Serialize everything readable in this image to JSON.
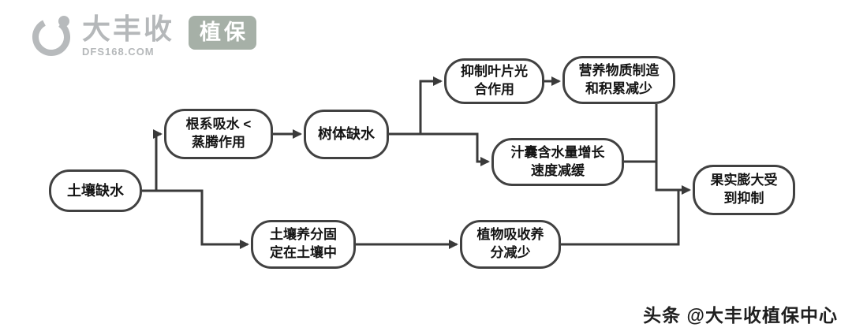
{
  "logo": {
    "brand": "大丰收",
    "domain": "DFS168.COM",
    "badge": "植保"
  },
  "watermark": "头条 @大丰收植保中心",
  "colors": {
    "node_border": "#414141",
    "wire": "#3a3a3a",
    "logo_gray": "#b5b8ba",
    "badge_bg": "#a6b0a7",
    "background": "#ffffff"
  },
  "diagram": {
    "type": "flowchart",
    "nodes": [
      {
        "id": "soil-water",
        "label": "土壤缺水"
      },
      {
        "id": "root-absorption",
        "label": "根系吸水 <\n蒸腾作用"
      },
      {
        "id": "tree-water-deficit",
        "label": "树体缺水"
      },
      {
        "id": "photosynthesis",
        "label": "抑制叶片光\n合作用"
      },
      {
        "id": "nutrient-decline",
        "label": "营养物质制造\n和积累减少"
      },
      {
        "id": "juice-sac",
        "label": "汁囊含水量增长\n速度减缓"
      },
      {
        "id": "soil-nutrient-fixed",
        "label": "土壤养分固\n定在土壤中"
      },
      {
        "id": "plant-absorption",
        "label": "植物吸收养\n分减少"
      },
      {
        "id": "fruit-inhibited",
        "label": "果实膨大受\n到抑制"
      }
    ],
    "edges": [
      {
        "from": "土壤缺水",
        "to": "根系吸水 < 蒸腾作用"
      },
      {
        "from": "土壤缺水",
        "to": "土壤养分固定在土壤中"
      },
      {
        "from": "根系吸水 < 蒸腾作用",
        "to": "树体缺水"
      },
      {
        "from": "树体缺水",
        "to": "抑制叶片光合作用"
      },
      {
        "from": "树体缺水",
        "to": "汁囊含水量增长速度减缓"
      },
      {
        "from": "抑制叶片光合作用",
        "to": "营养物质制造和积累减少"
      },
      {
        "from": "营养物质制造和积累减少",
        "to": "果实膨大受到抑制"
      },
      {
        "from": "汁囊含水量增长速度减缓",
        "to": "果实膨大受到抑制"
      },
      {
        "from": "土壤养分固定在土壤中",
        "to": "植物吸收养分减少"
      },
      {
        "from": "植物吸收养分减少",
        "to": "果实膨大受到抑制"
      }
    ]
  }
}
